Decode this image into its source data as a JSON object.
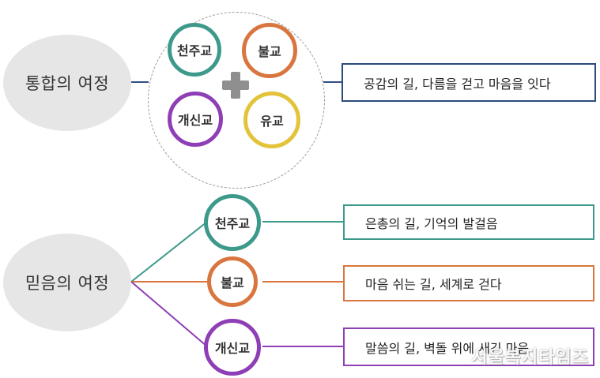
{
  "integration": {
    "title": "통합의 여정",
    "religions": [
      "천주교",
      "불교",
      "개신교",
      "유교"
    ],
    "result": "공감의 길, 다름을 걷고 마음을 잇다"
  },
  "faith": {
    "title": "믿음의 여정",
    "items": [
      {
        "name": "천주교",
        "path": "은총의 길, 기억의 발걸음"
      },
      {
        "name": "불교",
        "path": "마음 쉬는 길, 세계로 걷다"
      },
      {
        "name": "개신교",
        "path": "말씀의 길, 벽돌 위에 새긴 마음"
      }
    ]
  },
  "colors": {
    "catholic": "#3d9a8b",
    "buddhism": "#d9763f",
    "protestant": "#8e3fb5",
    "confucian": "#e3c33a",
    "connector_blue": "#2f4f86",
    "box_border_blue": "#2c4a7e",
    "circle_gray": "#e7e6e7",
    "plus_gray": "#8f8f8f"
  },
  "watermark": "서울복지타임즈"
}
